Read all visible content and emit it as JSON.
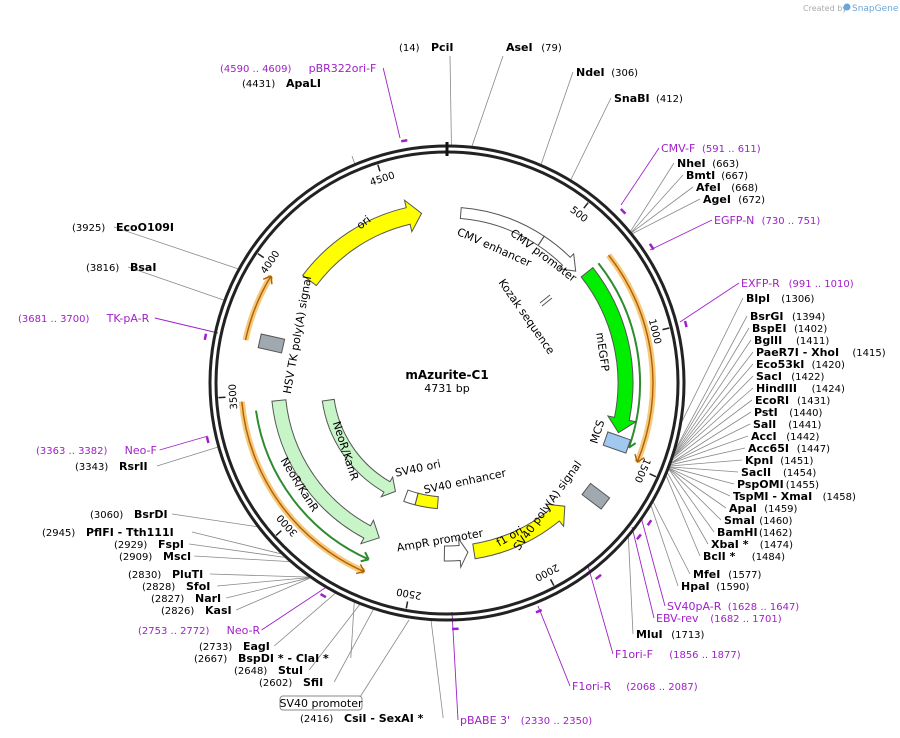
{
  "watermark": {
    "prefix": "Created by",
    "brand": "SnapGene"
  },
  "plasmid": {
    "name": "mAzurite-C1",
    "length": 4731,
    "length_label": "4731 bp"
  },
  "ticks": [
    500,
    1000,
    1500,
    2000,
    2500,
    3000,
    3500,
    4000,
    4500
  ],
  "features": [
    {
      "name": "ori",
      "start": 4031,
      "end": 4619,
      "dir": 1,
      "color": "#ffff00",
      "track": "inner"
    },
    {
      "name": "CMV enhancer",
      "start": 61,
      "end": 440,
      "dir": 0,
      "color": "#ffffff",
      "track": "inner"
    },
    {
      "name": "CMV promoter",
      "start": 441,
      "end": 644,
      "dir": 1,
      "color": "#ffffff",
      "track": "inner"
    },
    {
      "name": "mEGFP",
      "start": 679,
      "end": 1395,
      "dir": 1,
      "color": "#00ee00",
      "track": "inner"
    },
    {
      "name": "MCS",
      "start": 1396,
      "end": 1477,
      "dir": 0,
      "color": "#a0c8f0",
      "track": "inner",
      "box": true
    },
    {
      "name": "SV40 poly(A) signal",
      "start": 1612,
      "end": 1733,
      "dir": 0,
      "color": "#a0a8b0",
      "track": "inner",
      "box": true
    },
    {
      "name": "f1 ori",
      "start": 1791,
      "end": 2246,
      "dir": -1,
      "color": "#ffff00",
      "track": "inner"
    },
    {
      "name": "AmpR promoter",
      "start": 2273,
      "end": 2377,
      "dir": -1,
      "color": "#ffffff",
      "track": "inner"
    },
    {
      "name": "SV40 ori",
      "start": 2423,
      "end": 2558,
      "dir": 0,
      "color": "#ffff00",
      "track": "inner"
    },
    {
      "name": "SV40 enhancer",
      "start": 2559,
      "end": 2629,
      "dir": 0,
      "color": "#ffffff",
      "track": "inner"
    },
    {
      "name": "NeoR/KanR",
      "start": 2676,
      "end": 3470,
      "dir": -1,
      "color": "#c8f5c8",
      "track": "inner"
    },
    {
      "name": "HSV TK poly(A) signal",
      "start": 3706,
      "end": 3724,
      "dir": 0,
      "color": "#a0a8b0",
      "track": "inner",
      "box": true
    }
  ],
  "center_labels": [
    {
      "text": "Kozak sequence"
    }
  ],
  "primers": [
    {
      "name": "pBR322ori-F",
      "range": "(4590 .. 4609)"
    },
    {
      "name": "CMV-F",
      "range": "(591 .. 611)"
    },
    {
      "name": "EGFP-N",
      "range": "(730 .. 751)"
    },
    {
      "name": "EXFP-R",
      "range": "(991 .. 1010)"
    },
    {
      "name": "SV40pA-R",
      "range": "(1628 .. 1647)"
    },
    {
      "name": "EBV-rev",
      "range": "(1682 .. 1701)"
    },
    {
      "name": "F1ori-F",
      "range": "(1856 .. 1877)"
    },
    {
      "name": "F1ori-R",
      "range": "(2068 .. 2087)"
    },
    {
      "name": "pBABE 3'",
      "range": "(2330 .. 2350)"
    },
    {
      "name": "Neo-R",
      "range": "(2753 .. 2772)"
    },
    {
      "name": "Neo-F",
      "range": "(3363 .. 3382)"
    },
    {
      "name": "TK-pA-R",
      "range": "(3681 .. 3700)"
    }
  ],
  "enzymes": [
    {
      "name": "PciI",
      "pos": "(14)"
    },
    {
      "name": "AseI",
      "pos": "(79)"
    },
    {
      "name": "NdeI",
      "pos": "(306)"
    },
    {
      "name": "SnaBI",
      "pos": "(412)"
    },
    {
      "name": "NheI",
      "pos": "(663)"
    },
    {
      "name": "BmtI",
      "pos": "(667)"
    },
    {
      "name": "AfeI",
      "pos": "(668)"
    },
    {
      "name": "AgeI",
      "pos": "(672)"
    },
    {
      "name": "BlpI",
      "pos": "(1306)"
    },
    {
      "name": "BsrGI",
      "pos": "(1394)"
    },
    {
      "name": "BspEI",
      "pos": "(1402)"
    },
    {
      "name": "BglII",
      "pos": "(1411)"
    },
    {
      "name": "PaeR7I - XhoI",
      "pos": "(1415)"
    },
    {
      "name": "Eco53kI",
      "pos": "(1420)"
    },
    {
      "name": "SacI",
      "pos": "(1422)"
    },
    {
      "name": "HindIII",
      "pos": "(1424)"
    },
    {
      "name": "EcoRI",
      "pos": "(1431)"
    },
    {
      "name": "PstI",
      "pos": "(1440)"
    },
    {
      "name": "SalI",
      "pos": "(1441)"
    },
    {
      "name": "AccI",
      "pos": "(1442)"
    },
    {
      "name": "Acc65I",
      "pos": "(1447)"
    },
    {
      "name": "KpnI",
      "pos": "(1451)"
    },
    {
      "name": "SacII",
      "pos": "(1454)"
    },
    {
      "name": "PspOMI",
      "pos": "(1455)"
    },
    {
      "name": "TspMI - XmaI",
      "pos": "(1458)"
    },
    {
      "name": "ApaI",
      "pos": "(1459)"
    },
    {
      "name": "SmaI",
      "pos": "(1460)"
    },
    {
      "name": "BamHI",
      "pos": "(1462)"
    },
    {
      "name": "XbaI *",
      "pos": "(1474)"
    },
    {
      "name": "BclI *",
      "pos": "(1484)"
    },
    {
      "name": "MfeI",
      "pos": "(1577)"
    },
    {
      "name": "HpaI",
      "pos": "(1590)"
    },
    {
      "name": "MluI",
      "pos": "(1713)"
    },
    {
      "name": "ApaLI",
      "pos": "(4431)"
    },
    {
      "name": "EcoO109I",
      "pos": "(3925)"
    },
    {
      "name": "BsaI",
      "pos": "(3816)"
    },
    {
      "name": "RsrII",
      "pos": "(3343)"
    },
    {
      "name": "BsrDI",
      "pos": "(3060)"
    },
    {
      "name": "PflFI - Tth111I",
      "pos": "(2945)"
    },
    {
      "name": "FspI",
      "pos": "(2929)"
    },
    {
      "name": "MscI",
      "pos": "(2909)"
    },
    {
      "name": "PluTI",
      "pos": "(2830)"
    },
    {
      "name": "SfoI",
      "pos": "(2828)"
    },
    {
      "name": "NarI",
      "pos": "(2827)"
    },
    {
      "name": "KasI",
      "pos": "(2826)"
    },
    {
      "name": "EagI",
      "pos": "(2733)"
    },
    {
      "name": "BspDI * - ClaI *",
      "pos": "(2667)"
    },
    {
      "name": "StuI",
      "pos": "(2648)"
    },
    {
      "name": "SfiI",
      "pos": "(2602)"
    },
    {
      "name": "CsiI - SexAI *",
      "pos": "(2416)"
    }
  ],
  "boxed_label": "SV40 promoter"
}
